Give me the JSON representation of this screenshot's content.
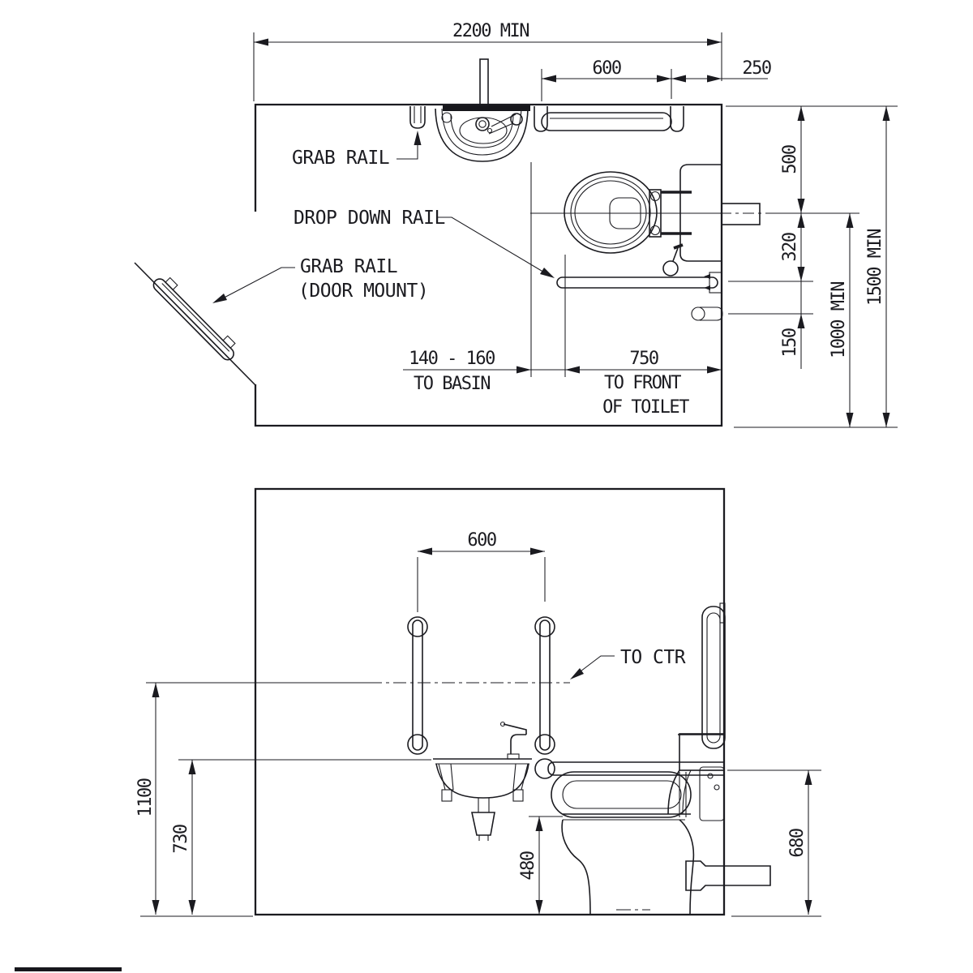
{
  "drawing": {
    "type": "technical-drawing",
    "subject": "accessible toilet room layout - plan and elevation",
    "labels": {
      "grab_rail": "GRAB RAIL",
      "drop_down_rail": "DROP DOWN RAIL",
      "grab_rail_door_1": "GRAB RAIL",
      "grab_rail_door_2": "(DOOR MOUNT)",
      "to_ctr": "TO CTR"
    },
    "plan_dims": {
      "overall_width": "2200 MIN",
      "rail_600": "600",
      "corner_250": "250",
      "v500": "500",
      "v320": "320",
      "v150": "150",
      "v1000": "1000 MIN",
      "v1500": "1500 MIN",
      "basin_line1": "140 - 160",
      "basin_line2": "TO BASIN",
      "toilet_750": "750",
      "toilet_line1": "TO FRONT",
      "toilet_line2": "OF TOILET"
    },
    "elevation_dims": {
      "rails_600": "600",
      "h1100": "1100",
      "h730": "730",
      "h480": "480",
      "h680": "680"
    },
    "line_color": "#1b1b20",
    "background_color": "#ffffff"
  }
}
